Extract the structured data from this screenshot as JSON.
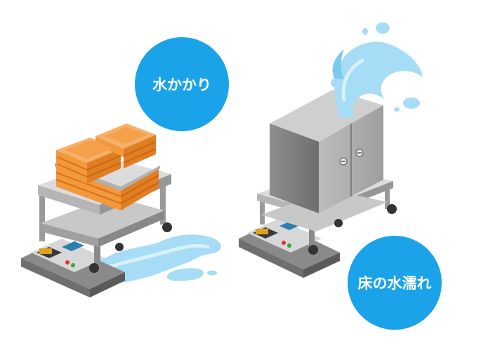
{
  "labels": {
    "water_splash": "水かかり",
    "floor_wet": "床の水濡れ"
  },
  "colors": {
    "badge_blue": "#1aa3e8",
    "water_light": "#a6dcf5",
    "water_mid": "#7cc9ef",
    "crate_orange": "#f5a04a",
    "crate_dark": "#e27e22",
    "steel_light": "#d3d3d3",
    "steel_mid": "#a9a9a9",
    "steel_dark": "#6f6f6f"
  },
  "icons": [
    "water-puddle",
    "water-splash",
    "plastic-crate",
    "stainless-cart",
    "stainless-cabinet",
    "agv-robot"
  ]
}
